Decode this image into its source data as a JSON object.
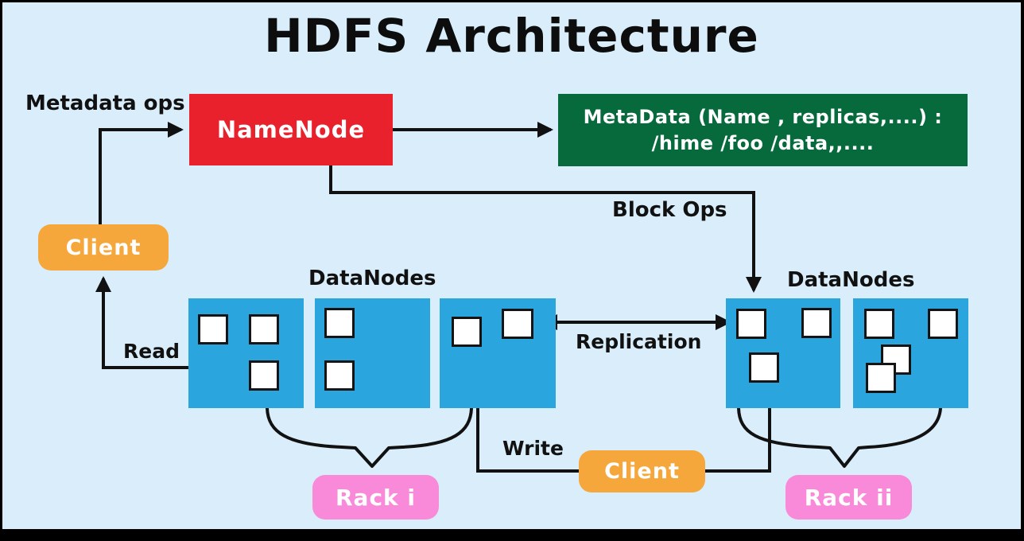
{
  "title": "HDFS Architecture",
  "labels": {
    "metadata_ops": "Metadata ops",
    "block_ops": "Block Ops",
    "read": "Read",
    "write": "Write",
    "replication": "Replication",
    "datanodes_left": "DataNodes",
    "datanodes_right": "DataNodes"
  },
  "nodes": {
    "namenode": {
      "label": "NameNode"
    },
    "metadata": {
      "line1": "MetaData (Name , replicas,....) :",
      "line2": "/hime /foo /data,,...."
    },
    "client_left": {
      "label": "Client"
    },
    "client_bottom": {
      "label": "Client"
    },
    "rack_i": {
      "label": "Rack i"
    },
    "rack_ii": {
      "label": "Rack ii"
    }
  },
  "datanode_groups": [
    {
      "name": "rack-i-group",
      "node_count": 3,
      "blocks_per_node": [
        3,
        2,
        2
      ]
    },
    {
      "name": "rack-ii-group",
      "node_count": 2,
      "blocks_per_node": [
        3,
        4
      ]
    }
  ],
  "colors": {
    "background": "#d9eefa",
    "namenode_red": "#e8212d",
    "metadata_green": "#066a3c",
    "client_orange": "#f6a73c",
    "datanode_blue": "#2aa5dd",
    "rack_pink": "#f98ad9",
    "line_black": "#111111"
  }
}
